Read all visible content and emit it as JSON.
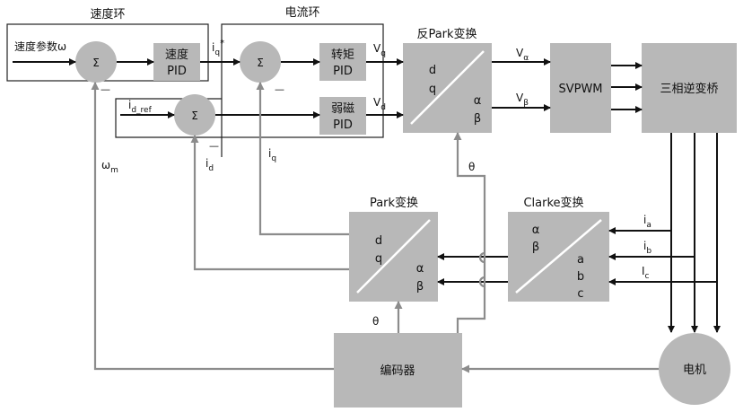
{
  "frames": {
    "speed_loop": "速度环",
    "current_loop": "电流环"
  },
  "blocks": {
    "speed_pid": [
      "速度",
      "PID"
    ],
    "torque_pid": [
      "转矩",
      "PID"
    ],
    "fw_pid": [
      "弱磁",
      "PID"
    ],
    "inv_park": {
      "title": "反Park变换",
      "in1": "d",
      "in2": "q",
      "out1": "α",
      "out2": "β"
    },
    "svpwm": "SVPWM",
    "inverter": "三相逆变桥",
    "park": {
      "title": "Park变换",
      "in1": "d",
      "in2": "q",
      "out1": "α",
      "out2": "β"
    },
    "clarke": {
      "title": "Clarke变换",
      "in1": "α",
      "in2": "β",
      "out1": "a",
      "out2": "b",
      "out3": "c"
    },
    "encoder": "编码器",
    "motor": "电机"
  },
  "sum_symbol": "Σ",
  "minus": "—",
  "signals": {
    "speed_ref": "速度参数ω",
    "iq_ref_base": "i",
    "iq_ref_sub": "q",
    "iq_ref_sup": "*",
    "vq_base": "V",
    "vq_sub": "q",
    "vd_base": "V",
    "vd_sub": "d",
    "id_ref_base": "i",
    "id_ref_sub": "d_ref",
    "valpha_base": "V",
    "valpha_sub": "α",
    "vbeta_base": "V",
    "vbeta_sub": "β",
    "omega_base": "ω",
    "omega_sub": "m",
    "id_base": "i",
    "id_sub": "d",
    "iq_base": "i",
    "iq_sub": "q",
    "theta1": "θ",
    "theta2": "θ",
    "ia_base": "i",
    "ia_sub": "a",
    "ib_base": "i",
    "ib_sub": "b",
    "ic_base": "I",
    "ic_sub": "c"
  },
  "colors": {
    "block_fill": "#b8b8b8",
    "line_dark": "#111111",
    "line_gray": "#8c8c8c"
  }
}
